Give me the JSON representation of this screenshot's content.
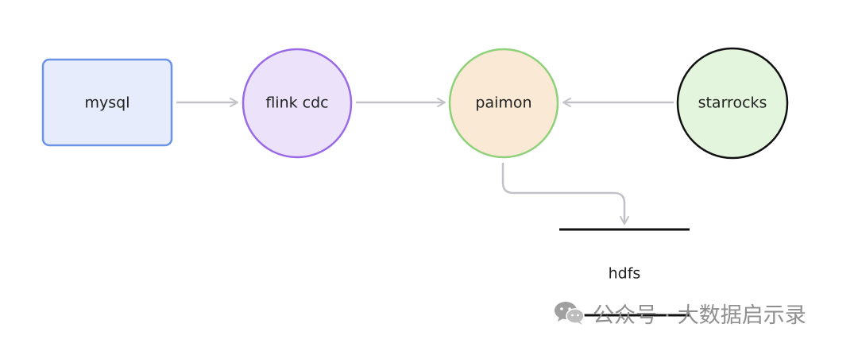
{
  "diagram": {
    "nodes": [
      {
        "id": "mysql",
        "label": "mysql",
        "shape": "rounded-rect",
        "fill": "#e6ecfb",
        "stroke": "#6b93e8"
      },
      {
        "id": "flink_cdc",
        "label": "flink cdc",
        "shape": "circle",
        "fill": "#ece3fb",
        "stroke": "#9a6ae6"
      },
      {
        "id": "paimon",
        "label": "paimon",
        "shape": "circle",
        "fill": "#fae9d4",
        "stroke": "#8fd17a"
      },
      {
        "id": "starrocks",
        "label": "starrocks",
        "shape": "circle",
        "fill": "#e3f5dc",
        "stroke": "#111111"
      },
      {
        "id": "hdfs",
        "label": "hdfs",
        "shape": "datastore",
        "stroke": "#111111"
      }
    ],
    "edges": [
      {
        "from": "mysql",
        "to": "flink_cdc"
      },
      {
        "from": "flink_cdc",
        "to": "paimon"
      },
      {
        "from": "starrocks",
        "to": "paimon"
      },
      {
        "from": "paimon",
        "to": "hdfs"
      }
    ],
    "edge_color": "#c2c2c8"
  },
  "watermark": {
    "icon": "wechat-icon",
    "text": "公众号 · 大数据启示录"
  }
}
